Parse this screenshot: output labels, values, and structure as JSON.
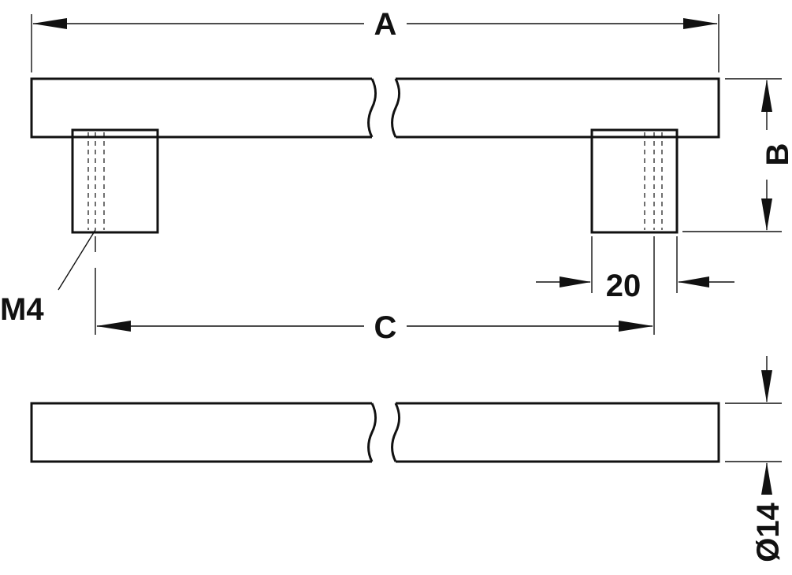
{
  "labels": {
    "overall_length": "A",
    "height": "B",
    "hole_spacing": "C",
    "thread": "M4",
    "foot_width": "20",
    "diameter": "Ø14"
  },
  "colors": {
    "line": "#111111",
    "background": "#ffffff"
  }
}
